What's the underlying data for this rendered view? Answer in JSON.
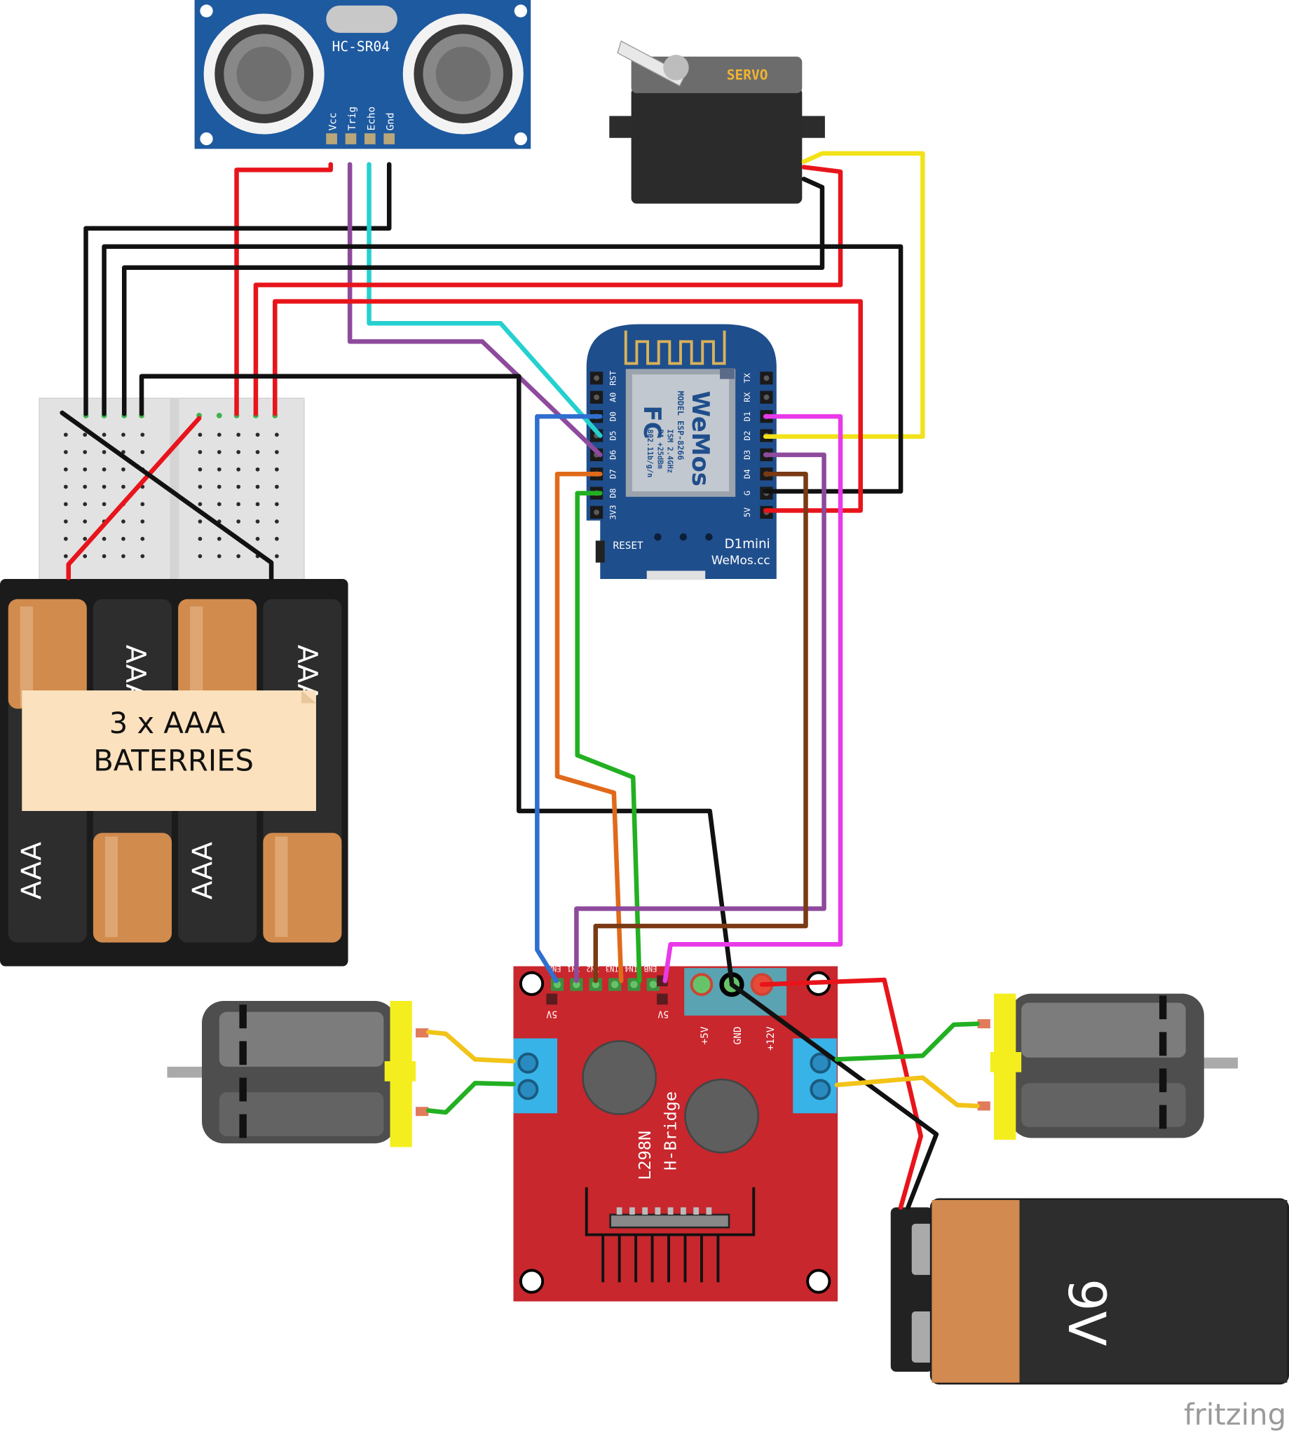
{
  "sensor": {
    "model": "HC-SR04",
    "pins": [
      "Vcc",
      "Trig",
      "Echo",
      "Gnd"
    ]
  },
  "servo": {
    "label": "SERVO"
  },
  "d1mini": {
    "wifi_brand": "WeMos",
    "model_line": "MODEL ESP-8266",
    "ism_line": "ISM 2.4GHz",
    "pa_line": "PA +25dBm",
    "wifi_std": "802.11b/g/n",
    "fcc": "FC",
    "left_pins": [
      "RST",
      "A0",
      "D0",
      "D5",
      "D6",
      "D7",
      "D8",
      "3V3"
    ],
    "right_pins": [
      "TX",
      "RX",
      "D1",
      "D2",
      "D3",
      "D4",
      "G",
      "5V"
    ],
    "reset_label": "RESET",
    "name": "D1mini",
    "site": "WeMos.cc"
  },
  "battery_pack": {
    "note_line1": "3 x AAA",
    "note_line2": "BATERRIES",
    "cell_label": "AAA"
  },
  "hbridge": {
    "title_line1": "L298N",
    "title_line2": "H-Bridge",
    "header_pins": [
      "ENA",
      "IN1",
      "IN2",
      "IN3",
      "IN4",
      "ENB"
    ],
    "power_labels": [
      "+5V",
      "GND",
      "+12V"
    ],
    "jumper_label": "5V"
  },
  "battery_9v": {
    "label": "9V"
  },
  "watermark": "fritzing",
  "colors": {
    "wire_red": "#e8141b",
    "wire_black": "#111111",
    "wire_purple": "#8e4a9c",
    "wire_cyan": "#25d0d0",
    "wire_blue": "#2f6fd0",
    "wire_orange": "#e06a1a",
    "wire_green": "#22b022",
    "wire_brown": "#7a3a14",
    "wire_magenta": "#e83ae8",
    "wire_yellow": "#f2e21a",
    "board_blue": "#1f4e8c",
    "hbridge_red": "#c8272d"
  }
}
